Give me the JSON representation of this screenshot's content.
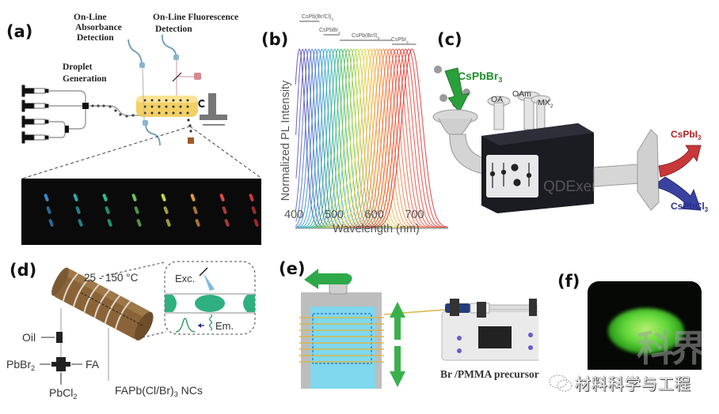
{
  "panels": {
    "a": {
      "label": "(a)",
      "absorbance_label_1": "On-Line",
      "absorbance_label_2": "Absorbance",
      "absorbance_label_3": "Detection",
      "fluorescence_label_1": "On-Line Fluorescence",
      "fluorescence_label_2": "Detection",
      "droplet_label_1": "Droplet",
      "droplet_label_2": "Generation",
      "droplet_colors": [
        "#3a8fd0",
        "#2fb0b8",
        "#2cc79a",
        "#6fd05a",
        "#d7e04a",
        "#e8a04a",
        "#e8504a",
        "#d83a3a"
      ]
    },
    "b": {
      "label": "(b)",
      "bracket_labels": [
        "CsPb(Br/Cl)",
        "CsPbBr",
        "CsPb(Br/I)",
        "CsPbI"
      ],
      "bracket_subs": [
        "3",
        "3",
        "3",
        "3"
      ]
    },
    "c": {
      "label": "(c)",
      "input_label": "CsPbBr",
      "input_sub": "3",
      "reagent_oa": "OA",
      "reagent_oam": "OAm",
      "reagent_mx": "MX",
      "reagent_mx_sub": "2",
      "device_name": "QDExer",
      "output_red": "CsPbI",
      "output_red_sub": "3",
      "output_blue": "CsPbCl",
      "output_blue_sub": "3",
      "colors": {
        "green": "#1f8f2f",
        "red": "#b02020",
        "blue": "#2a2f8f"
      }
    },
    "d": {
      "label": "(d)",
      "temperature": "25 - 150 °C",
      "exc": "Exc.",
      "em": "Em.",
      "oil": "Oil",
      "pbbr": "PbBr",
      "pbbr_sub": "2",
      "fa": "FA",
      "pbcl": "PbCl",
      "pbcl_sub": "2",
      "product": "FAPb(Cl/Br)",
      "product_sub": "3",
      "product_suffix": " NCs"
    },
    "e": {
      "label": "(e)",
      "precursor": "Br /PMMA precursor"
    },
    "f": {
      "label": "(f)",
      "watermark_big": "科界",
      "watermark_text": "材料科学与工程"
    }
  },
  "chart_data": {
    "type": "line",
    "title": "",
    "xlabel": "Wavelength (nm)",
    "ylabel": "Normalized PL Intensity",
    "xlim": [
      400,
      780
    ],
    "ylim": [
      0,
      1
    ],
    "xticks": [
      "400",
      "500",
      "600",
      "700"
    ],
    "xtick_values": [
      400,
      500,
      600,
      700
    ],
    "grid": false,
    "series_description": "Gaussian-like normalized PL emission spectra with peak wavelengths spanning blue to red",
    "peaks_nm": [
      410,
      418,
      426,
      434,
      442,
      450,
      458,
      466,
      474,
      482,
      490,
      498,
      506,
      514,
      522,
      530,
      538,
      546,
      554,
      562,
      570,
      578,
      586,
      594,
      602,
      610,
      618,
      626,
      634,
      642,
      650,
      658,
      666,
      674,
      682,
      690
    ],
    "bracket_ranges_nm": [
      [
        410,
        460
      ],
      [
        470,
        510
      ],
      [
        510,
        640
      ],
      [
        640,
        700
      ]
    ]
  }
}
